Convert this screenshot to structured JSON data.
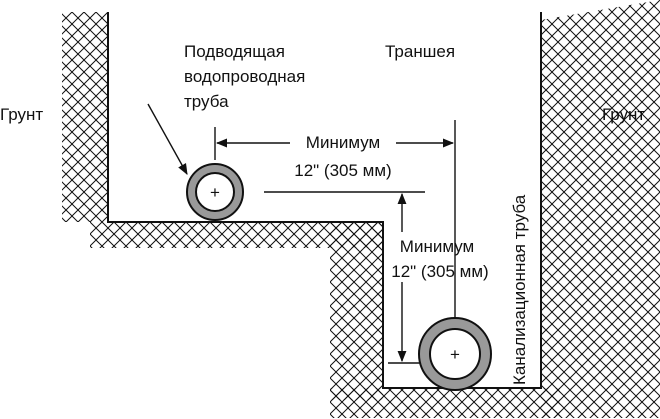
{
  "labels": {
    "ground_left": "Грунт",
    "ground_right": "Грунт",
    "trench": "Траншея",
    "water_pipe_line1": "Подводящая",
    "water_pipe_line2": "водопроводная",
    "water_pipe_line3": "труба",
    "min_horizontal_line1": "Минимум",
    "min_horizontal_line2": "12\" (305 мм)",
    "min_vertical_line1": "Минимум",
    "min_vertical_line2": "12\" (305 мм)",
    "sewer_pipe": "Канализационная труба"
  },
  "pipe_marker": "+"
}
